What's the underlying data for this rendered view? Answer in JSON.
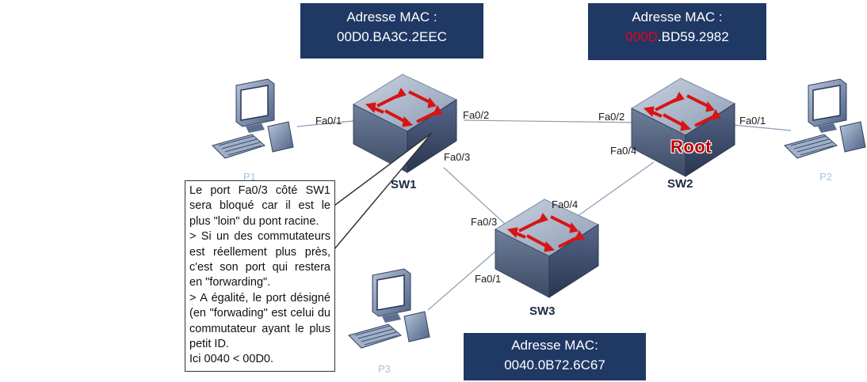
{
  "mac_boxes": {
    "sw1": {
      "title": "Adresse MAC :",
      "address": "00D0.BA3C.2EEC"
    },
    "sw2": {
      "title": "Adresse MAC :",
      "address_prefix": "000D",
      "address_rest": ".BD59.2982"
    },
    "sw3": {
      "title": "Adresse MAC:",
      "address": "0040.0B72.6C67"
    }
  },
  "switches": {
    "sw1": "SW1",
    "sw2": "SW2",
    "sw3": "SW3"
  },
  "root_label": "Root",
  "pcs": {
    "p1": "P1",
    "p2": "P2",
    "p3": "P3"
  },
  "ports": {
    "sw1_p1": "Fa0/1",
    "sw1_sw2": "Fa0/2",
    "sw1_sw3": "Fa0/3",
    "sw2_sw1": "Fa0/2",
    "sw2_p2": "Fa0/1",
    "sw2_sw3": "Fa0/4",
    "sw3_sw2": "Fa0/4",
    "sw3_sw1": "Fa0/3",
    "sw3_p3": "Fa0/1"
  },
  "callout": {
    "line1": "Le port Fa0/3 côté SW1 sera bloqué car il est le plus \"loin\" du pont racine.",
    "line2": "> Si un des commutateurs est réellement plus près, c'est son port qui restera en \"forwarding\".",
    "line3": "> A égalité, le port désigné (en \"forwading\" est celui du commutateur ayant le plus petit ID.",
    "line4": "Ici 0040 < 00D0."
  },
  "colors": {
    "mac_box_bg": "#1f3864",
    "highlight_red": "#e8001c",
    "link_line": "#8f9bb3",
    "root_red": "#c00000"
  }
}
